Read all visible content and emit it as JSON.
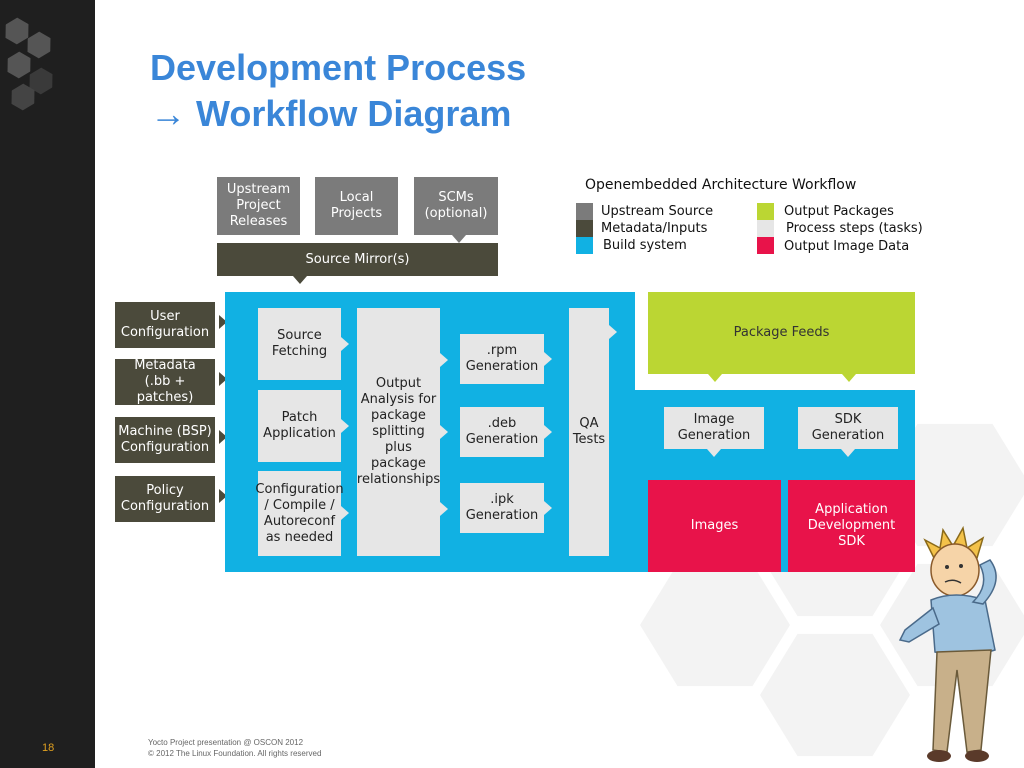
{
  "slide": {
    "title_line1": "Development Process",
    "title_line2": "→ Workflow Diagram",
    "page_number": "18",
    "footer_line1": "Yocto Project presentation @ OSCON 2012",
    "footer_line2": "© 2012 The Linux Foundation. All rights reserved"
  },
  "diagram": {
    "legend": {
      "title": "Openembedded Architecture Workflow",
      "items": [
        {
          "label": "Upstream Source",
          "color": "#7b7b7b"
        },
        {
          "label": "Metadata/Inputs",
          "color": "#4b4a3b"
        },
        {
          "label": "Build system",
          "color": "#11b1e3"
        },
        {
          "label": "Output Packages",
          "color": "#bbd633"
        },
        {
          "label": "Process steps (tasks)",
          "color": "#e6e6e6"
        },
        {
          "label": "Output Image Data",
          "color": "#e8134a"
        }
      ]
    },
    "upstream": {
      "releases": "Upstream\nProject\nReleases",
      "local": "Local\nProjects",
      "scms": "SCMs\n(optional)",
      "mirror": "Source Mirror(s)"
    },
    "inputs": {
      "user": "User\nConfiguration",
      "metadata": "Metadata\n(.bb + patches)",
      "machine": "Machine (BSP)\nConfiguration",
      "policy": "Policy\nConfiguration"
    },
    "steps": {
      "fetching": "Source\nFetching",
      "patch": "Patch\nApplication",
      "configure": "Configuration\n/ Compile /\nAutoreconf\nas needed",
      "output_analysis": "Output\nAnalysis for\npackage\nsplitting plus\npackage\nrelationships",
      "rpm": ".rpm\nGeneration",
      "deb": ".deb\nGeneration",
      "ipk": ".ipk\nGeneration",
      "qa": "QA\nTests",
      "image_gen": "Image\nGeneration",
      "sdk_gen": "SDK\nGeneration"
    },
    "outputs": {
      "package_feeds": "Package Feeds",
      "images": "Images",
      "app_sdk": "Application\nDevelopment\nSDK"
    }
  }
}
